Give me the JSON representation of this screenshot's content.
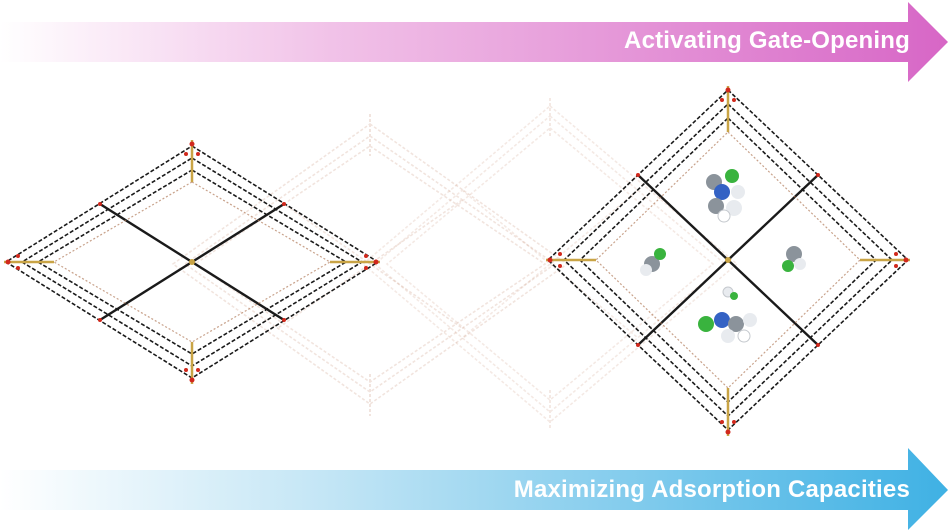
{
  "top_arrow": {
    "label": "Activating Gate-Opening",
    "color": "#d766c6"
  },
  "bottom_arrow": {
    "label": "Maximizing Adsorption Capacities",
    "color": "#3fb1e4"
  },
  "framework_colors": {
    "linker": "#1a1a1a",
    "node": "#c9a445",
    "oxygen": "#d1281c",
    "guest_carbon": "#8b939b",
    "guest_nitrogen": "#3462c4",
    "guest_chlorine": "#39b33e"
  },
  "stages": [
    {
      "name": "closed-framework",
      "opacity": 1.0
    },
    {
      "name": "transition-framework-1",
      "opacity": 0.22
    },
    {
      "name": "transition-framework-2",
      "opacity": 0.18
    },
    {
      "name": "open-framework-with-guests",
      "opacity": 1.0
    }
  ]
}
